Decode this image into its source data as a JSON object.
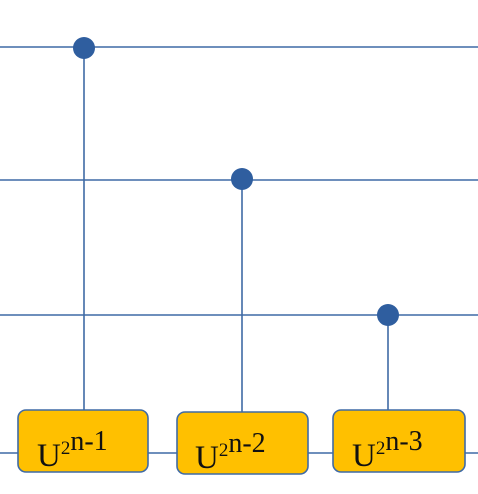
{
  "colors": {
    "wire": "#3f6aa5",
    "control_dot": "#2f5e9f",
    "gate_fill": "#ffc000",
    "gate_stroke": "#3f6aa5",
    "text": "#111111"
  },
  "gates": [
    {
      "base": "U",
      "sup1": "2",
      "sup2": "n-1"
    },
    {
      "base": "U",
      "sup1": "2",
      "sup2": "n-2"
    },
    {
      "base": "U",
      "sup1": "2",
      "sup2": "n-3"
    }
  ]
}
